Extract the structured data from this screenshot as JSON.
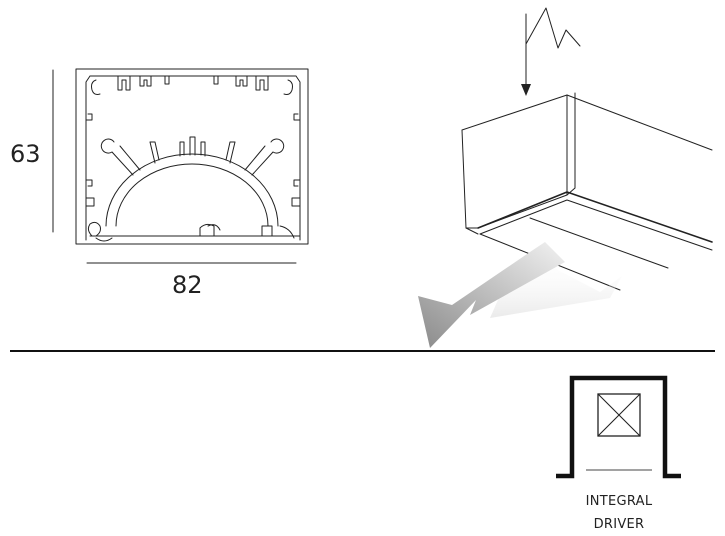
{
  "profile": {
    "height_label": "63",
    "width_label": "82"
  },
  "driver": {
    "label_line1": "INTEGRAL",
    "label_line2": "DRIVER"
  },
  "colors": {
    "stroke": "#222222",
    "arrow_light": "#e6e6e6",
    "arrow_dark": "#8a8a8a"
  },
  "icons": {
    "feed": "lightning-feed-icon",
    "emission": "light-direction-arrow-icon",
    "driver": "driver-box-icon"
  }
}
